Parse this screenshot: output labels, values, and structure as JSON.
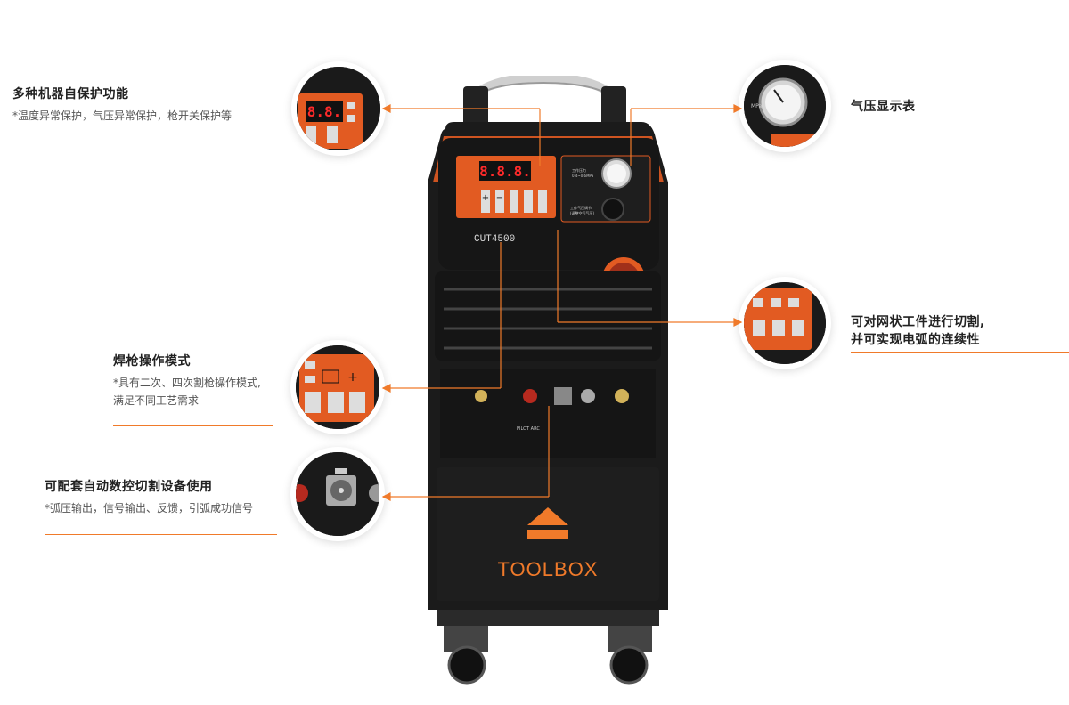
{
  "callouts": {
    "protection": {
      "title": "多种机器自保护功能",
      "desc": "*温度异常保护，气压异常保护，枪开关保护等"
    },
    "gauge": {
      "title": "气压显示表"
    },
    "mesh": {
      "line1": "可对网状工件进行切割,",
      "line2": "并可实现电弧的连续性"
    },
    "torch": {
      "title": "焊枪操作模式",
      "desc1": "*具有二次、四次割枪操作模式,",
      "desc2": "满足不同工艺需求"
    },
    "cnc": {
      "title": "可配套自动数控切割设备使用",
      "desc": "*弧压输出，信号输出、反馈，引弧成功信号"
    }
  },
  "machine": {
    "model": "CUT4500",
    "brand": "TOOLBOX",
    "display_value": "8.8.8.",
    "zoom_display_value": "8.8.",
    "panel_label_pilot_arc": "PILOT ARC",
    "gauge_label": "工作压力",
    "gauge_range": "0.4~0.6MPa",
    "knob_label": "工作气压调节",
    "knob_sublabel": "(调整空气气压)",
    "plus_sign": "+",
    "minus_sign": "−",
    "zoom_gauge_unit": "MPa"
  },
  "colors": {
    "accent": "#f07a2a",
    "body": "#1b1b1b",
    "panel": "#e25b22"
  }
}
